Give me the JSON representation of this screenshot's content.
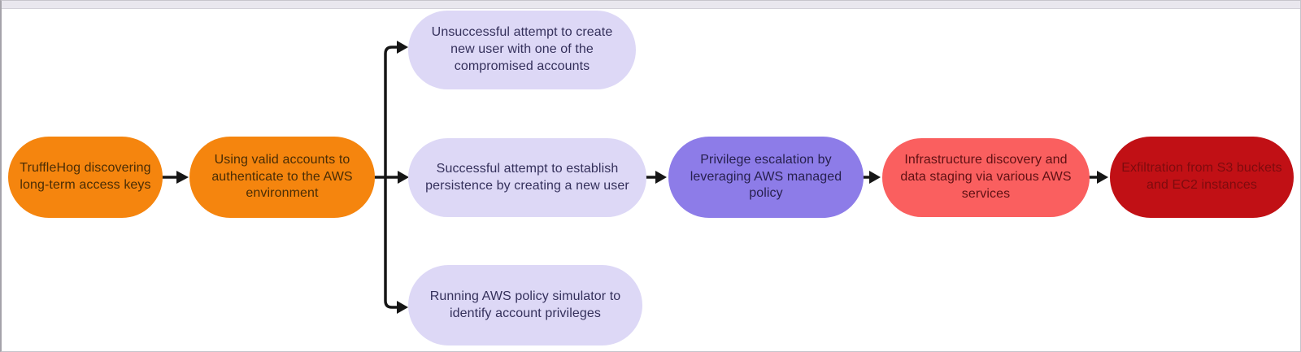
{
  "diagram": {
    "type": "flowchart",
    "direction": "left-to-right",
    "background": "#ffffff",
    "arrow_color": "#161616",
    "nodes": [
      {
        "id": "trufflehog",
        "label": "TruffleHog discovering long-term access keys",
        "bg": "#F5850E",
        "text_color": "#4A2D05"
      },
      {
        "id": "valid-accounts",
        "label": "Using valid accounts to authenticate to the AWS environment",
        "bg": "#F5850E",
        "text_color": "#4A2D05"
      },
      {
        "id": "unsuccessful-user",
        "label": "Unsuccessful attempt to create new user with one of the compromised accounts",
        "bg": "#DDD8F6",
        "text_color": "#34305B"
      },
      {
        "id": "persistence-user",
        "label": "Successful attempt to establish persistence by creating a new user",
        "bg": "#DDD8F6",
        "text_color": "#34305B"
      },
      {
        "id": "policy-simulator",
        "label": "Running AWS policy simulator to identify account privileges",
        "bg": "#DDD8F6",
        "text_color": "#34305B"
      },
      {
        "id": "privilege-escalation",
        "label": "Privilege escalation by leveraging AWS managed policy",
        "bg": "#8D7CE8",
        "text_color": "#27204E"
      },
      {
        "id": "infrastructure-discovery",
        "label": "Infrastructure discovery and data staging via various AWS services",
        "bg": "#FA5F5F",
        "text_color": "#5F1013"
      },
      {
        "id": "exfiltration",
        "label": "Exfiltration from S3 buckets and EC2 instances",
        "bg": "#C11015",
        "text_color": "#7E0B0E"
      }
    ],
    "edges": [
      {
        "from": "trufflehog",
        "to": "valid-accounts"
      },
      {
        "from": "valid-accounts",
        "to": "unsuccessful-user"
      },
      {
        "from": "valid-accounts",
        "to": "persistence-user"
      },
      {
        "from": "valid-accounts",
        "to": "policy-simulator"
      },
      {
        "from": "persistence-user",
        "to": "privilege-escalation"
      },
      {
        "from": "privilege-escalation",
        "to": "infrastructure-discovery"
      },
      {
        "from": "infrastructure-discovery",
        "to": "exfiltration"
      }
    ]
  }
}
